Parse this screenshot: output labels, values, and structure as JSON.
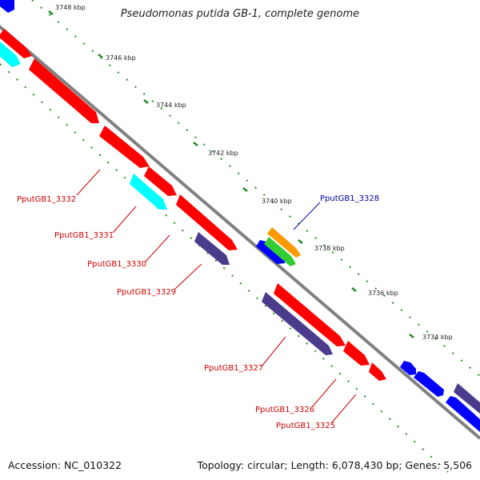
{
  "title": "Pseudomonas putida GB-1, complete genome",
  "footer": {
    "accession": "Accession: NC_010322",
    "summary": "Topology: circular; Length: 6,078,430 bp; Genes: 5,506"
  },
  "ticks": [
    "3748 kbp",
    "3746 kbp",
    "3744 kbp",
    "3742 kbp",
    "3740 kbp",
    "3738 kbp",
    "3736 kbp",
    "3734 kbp"
  ],
  "gene_labels": [
    {
      "name": "PputGB1_3332",
      "color": "#cc0000"
    },
    {
      "name": "PputGB1_3331",
      "color": "#cc0000"
    },
    {
      "name": "PputGB1_3330",
      "color": "#cc0000"
    },
    {
      "name": "PputGB1_3329",
      "color": "#cc0000"
    },
    {
      "name": "PputGB1_3328",
      "color": "#0000aa"
    },
    {
      "name": "PputGB1_3327",
      "color": "#cc0000"
    },
    {
      "name": "PputGB1_3326",
      "color": "#cc0000"
    },
    {
      "name": "PputGB1_3325",
      "color": "#cc0000"
    }
  ],
  "colors": {
    "forward_cds": "#ff0000",
    "reverse_cds": "#0000ff",
    "rrna": "#00ffff",
    "other": "#4a3b8c",
    "trna_orange": "#ff9900",
    "trna_green": "#33cc33",
    "backbone": "#808080",
    "tick": "#228b22"
  }
}
